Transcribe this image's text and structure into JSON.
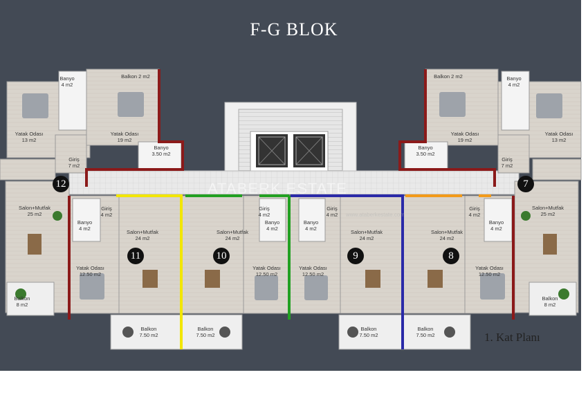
{
  "title": "F-G BLOK",
  "floor_label": "1. Kat Planı",
  "watermark": {
    "logo_text": "ATABERK ESTATE",
    "url_text": "www.ataberkestate.com"
  },
  "colors": {
    "background": "#434a55",
    "wall": "#8b1a1a",
    "unit_line_yellow": "#f2e600",
    "unit_line_green": "#22a022",
    "unit_line_blue": "#2a2aa8",
    "unit_line_orange": "#f29a1a"
  },
  "apartment_numbers": [
    "12",
    "11",
    "10",
    "9",
    "8",
    "7"
  ],
  "rooms": {
    "left_top_bedroom": "Yatak Odası\n13 m2",
    "left_top_bedroom2": "Yatak Odası\n19 m2",
    "left_top_bath": "Banyo\n4 m2",
    "left_top_balcony": "Balkon 2 m2",
    "left_bath_350": "Banyo\n3.50 m2",
    "left_giris_7": "Giriş\n7 m2",
    "right_top_bedroom": "Yatak Odası\n13 m2",
    "right_top_bedroom2": "Yatak Odası\n19 m2",
    "right_top_bath": "Banyo\n4 m2",
    "right_top_balcony": "Balkon 2 m2",
    "right_bath_350": "Banyo\n3.50 m2",
    "right_giris_7": "Giriş\n7 m2",
    "u12_salon": "Salon+Mutfak\n25 m2",
    "u12_bath": "Banyo\n4 m2",
    "u12_giris": "Giriş\n4 m2",
    "u12_bedroom": "Yatak Odası\n12.50 m2",
    "u12_balcony": "Balkon\n8 m2",
    "u11_salon": "Salon+Mutfak\n24 m2",
    "u11_balcony": "Balkon\n7.50 m2",
    "u10_salon": "Salon+Mutfak\n24 m2",
    "u10_balcony": "Balkon\n7.50 m2",
    "u10_bath": "Banyo\n4 m2",
    "u10_giris": "Giriş\n4 m2",
    "u10_bedroom": "Yatak Odası\n12.50 m2",
    "u9_bedroom": "Yatak Odası\n12.50 m2",
    "u9_bath": "Banyo\n4 m2",
    "u9_giris": "Giriş\n4 m2",
    "u9_salon": "Salon+Mutfak\n24 m2",
    "u9_balcony": "Balkon\n7.50 m2",
    "u8_salon": "Salon+Mutfak\n24 m2",
    "u8_balcony": "Balkon\n7.50 m2",
    "u8_giris": "Giriş\n4 m2",
    "u8_bath": "Banyo\n4 m2",
    "u8_bedroom": "Yatak Odası\n12.50 m2",
    "u7_salon": "Salon+Mutfak\n25 m2",
    "u7_balcony": "Balkon\n8 m2"
  }
}
